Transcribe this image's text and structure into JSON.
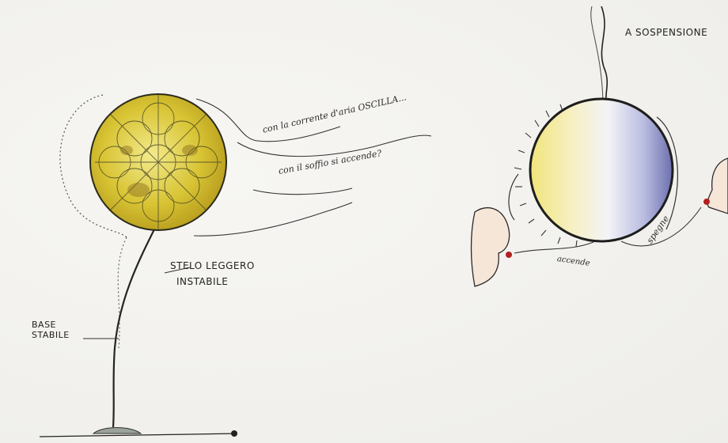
{
  "annotations": {
    "suspension": "A SOSPENSIONE",
    "air_current": "con la corrente d'aria OSCILLA...",
    "breath": "con il soffio si accende?",
    "stem_line1": "STELO LEGGERO",
    "stem_line2": "INSTABILE",
    "base_line1": "BASE",
    "base_line2": "STABILE",
    "lights": "accende",
    "off": "spegne"
  }
}
